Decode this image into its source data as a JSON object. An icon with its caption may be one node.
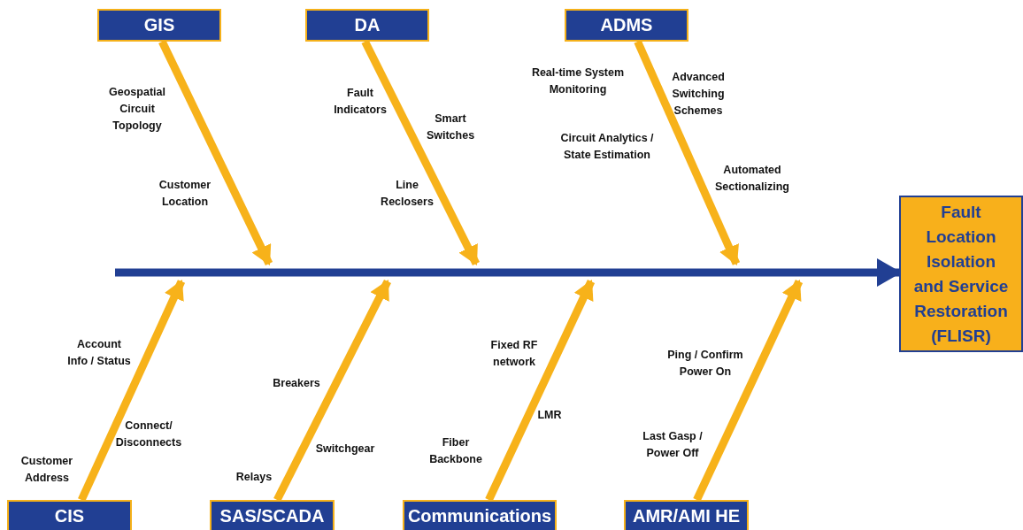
{
  "diagram": {
    "nodes": [
      {
        "text": [
          "GIS"
        ]
      },
      {
        "text": [
          "DA"
        ]
      },
      {
        "text": [
          "ADMS"
        ]
      },
      {
        "text": [
          "CIS"
        ]
      },
      {
        "text": [
          "SAS/SCADA"
        ]
      },
      {
        "text": [
          "Communications"
        ]
      },
      {
        "text": [
          "AMR/AMI HE"
        ]
      },
      {
        "text": [
          "Fault Location Isolation and Service Restoration (FLISR)"
        ]
      }
    ],
    "edges": [
      {
        "from": 0,
        "to": null,
        "arrow": "to"
      },
      {
        "from": 1,
        "to": null,
        "arrow": "to"
      },
      {
        "from": 2,
        "to": null,
        "arrow": "to"
      },
      {
        "from": 3,
        "to": null,
        "arrow": "to"
      },
      {
        "from": 4,
        "to": null,
        "arrow": "to"
      },
      {
        "from": 5,
        "to": null,
        "arrow": "to"
      },
      {
        "from": 6,
        "to": null,
        "arrow": "to"
      },
      {
        "from": null,
        "to": 7,
        "arrow": "to",
        "color": "#213f93"
      }
    ],
    "labels": [
      "Geospatial Circuit Topology",
      "Customer Location",
      "Fault Indicators",
      "Smart Switches",
      "Line Reclosers",
      "Real-time System Monitoring",
      "Advanced Switching Schemes",
      "Circuit Analytics / State Estimation",
      "Automated Sectionalizing",
      "Account Info / Status",
      "Connect/ Disconnects",
      "Customer Address",
      "Breakers",
      "Switchgear",
      "Relays",
      "Fixed RF network",
      "LMR",
      "Fiber Backbone",
      "Ping / Confirm Power On",
      "Last Gasp / Power Off"
    ]
  }
}
